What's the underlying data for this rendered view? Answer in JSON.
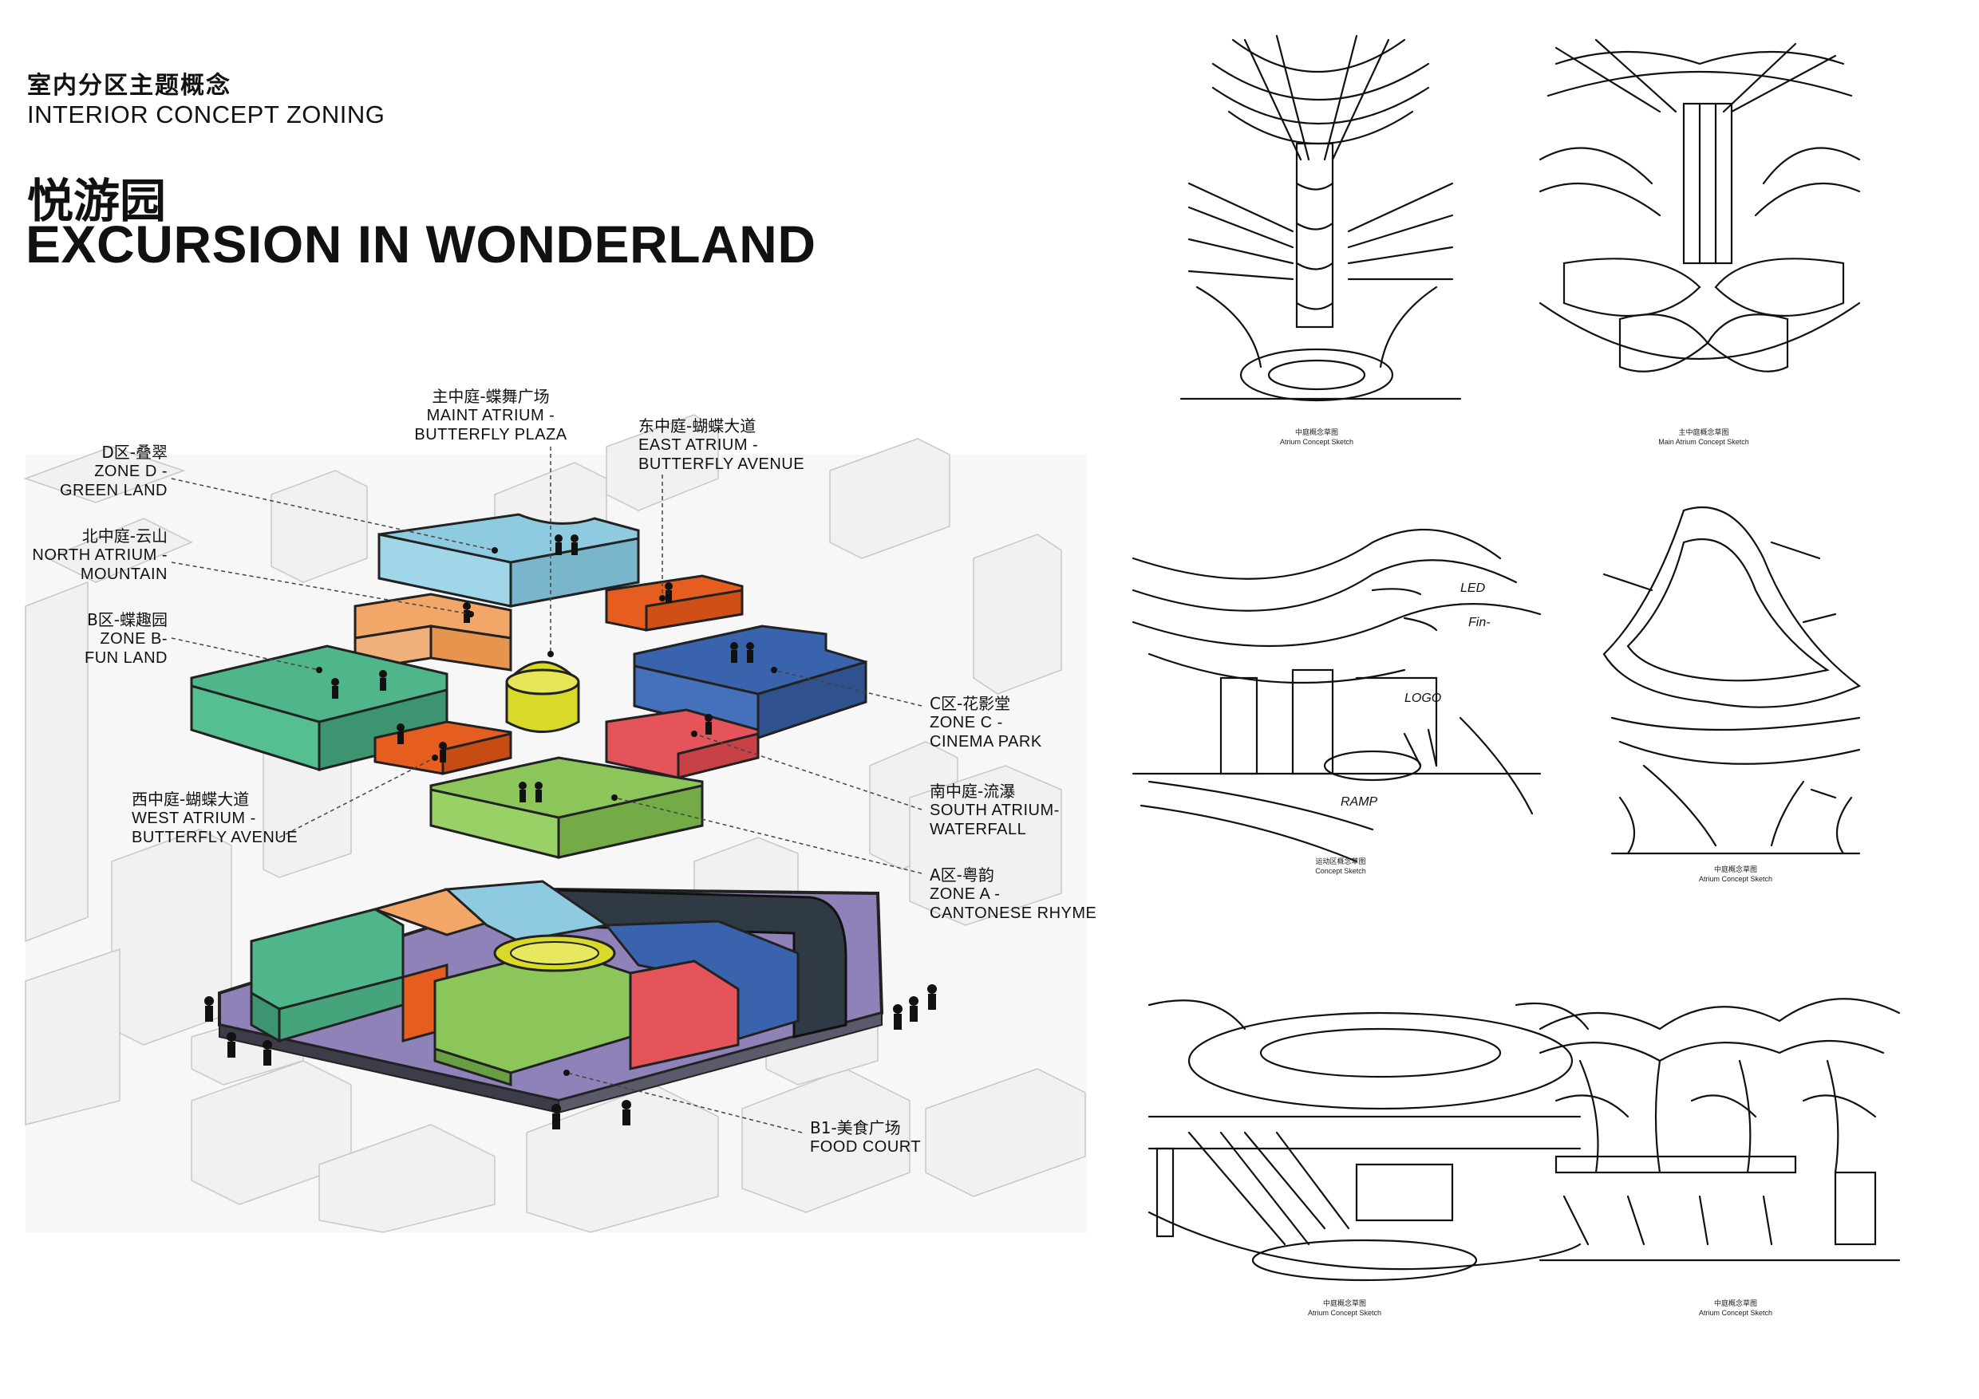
{
  "header": {
    "title_cn": "室内分区主题概念",
    "title_en": "INTERIOR CONCEPT ZONING"
  },
  "theme": {
    "name_cn": "悦游园",
    "name_en": "EXCURSION IN WONDERLAND"
  },
  "zones": [
    {
      "id": "zone-d",
      "cn": "D区-叠翠",
      "en1": "ZONE D -",
      "en2": "GREEN LAND"
    },
    {
      "id": "north-atrium",
      "cn": "北中庭-云山",
      "en1": "NORTH ATRIUM -",
      "en2": "MOUNTAIN"
    },
    {
      "id": "zone-b",
      "cn": "B区-蝶趣园",
      "en1": "ZONE B-",
      "en2": "FUN LAND"
    },
    {
      "id": "main-atrium",
      "cn": "主中庭-蝶舞广场",
      "en1": "MAINT ATRIUM -",
      "en2": "BUTTERFLY PLAZA"
    },
    {
      "id": "east-atrium",
      "cn": "东中庭-蝴蝶大道",
      "en1": "EAST ATRIUM -",
      "en2": "BUTTERFLY AVENUE"
    },
    {
      "id": "zone-c",
      "cn": "C区-花影堂",
      "en1": "ZONE C -",
      "en2": "CINEMA PARK"
    },
    {
      "id": "west-atrium",
      "cn": "西中庭-蝴蝶大道",
      "en1": "WEST ATRIUM -",
      "en2": "BUTTERFLY AVENUE"
    },
    {
      "id": "south-atrium",
      "cn": "南中庭-流瀑",
      "en1": "SOUTH ATRIUM-",
      "en2": "WATERFALL"
    },
    {
      "id": "zone-a",
      "cn": "A区-粤韵",
      "en1": "ZONE A -",
      "en2": "CANTONESE RHYME"
    },
    {
      "id": "food-court",
      "cn": "B1-美食广场",
      "en1": "FOOD COURT",
      "en2": ""
    }
  ],
  "sketches": [
    {
      "cn": "中庭概念草图",
      "en": "Atrium Concept Sketch"
    },
    {
      "cn": "主中庭概念草图",
      "en": "Main Atrium Concept Sketch"
    },
    {
      "cn": "运动区概念草图",
      "en": "Concept Sketch"
    },
    {
      "cn": "中庭概念草图",
      "en": "Atrium Concept Sketch"
    },
    {
      "cn": "中庭概念草图",
      "en": "Atrium Concept Sketch"
    },
    {
      "cn": "中庭概念草图",
      "en": "Atrium Concept Sketch"
    }
  ],
  "sketch_notes": {
    "led": "LED",
    "fin": "Fin-",
    "logo": "LOGO",
    "ramp": "RAMP"
  },
  "colors": {
    "zone_d_green": "#4fb58a",
    "zone_a_lime": "#8cc65a",
    "zone_c_blue": "#3a63ad",
    "north_cyan": "#8fcbe0",
    "orange": "#e55e1f",
    "light_orange": "#f2a769",
    "red": "#e4545a",
    "yellow": "#d9d92a",
    "purple": "#8e82b8"
  }
}
